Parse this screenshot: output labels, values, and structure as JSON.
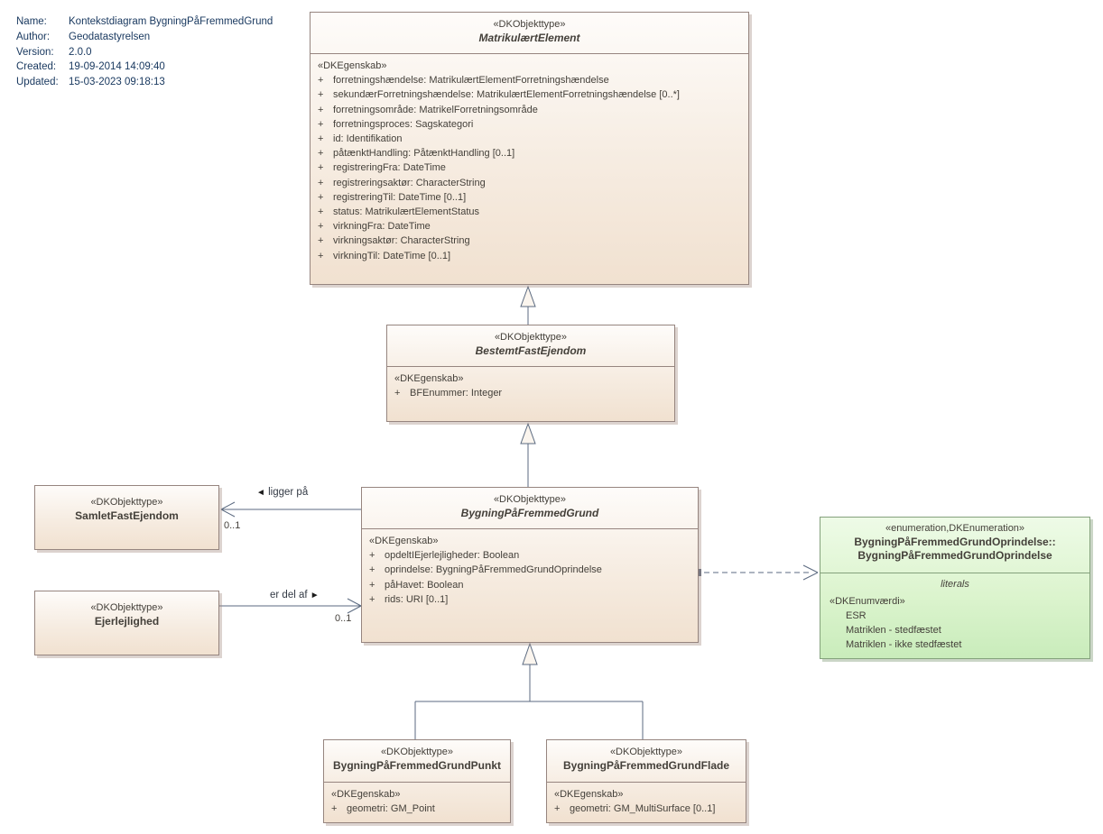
{
  "meta": {
    "rows": [
      {
        "label": "Name:",
        "value": "Kontekstdiagram BygningPåFremmedGrund"
      },
      {
        "label": "Author:",
        "value": "Geodatastyrelsen"
      },
      {
        "label": "Version:",
        "value": "2.0.0"
      },
      {
        "label": "Created:",
        "value": "19-09-2014 14:09:40"
      },
      {
        "label": "Updated:",
        "value": "15-03-2023 09:18:13"
      }
    ]
  },
  "boxes": {
    "matrikulaertElement": {
      "stereotype": "«DKObjekttype»",
      "name": "MatrikulærtElement",
      "attrStereotype": "«DKEgenskab»",
      "attributes": [
        {
          "vis": "+",
          "text": "forretningshændelse: MatrikulærtElementForretningshændelse"
        },
        {
          "vis": "+",
          "text": "sekundærForretningshændelse: MatrikulærtElementForretningshændelse [0..*]"
        },
        {
          "vis": "+",
          "text": "forretningsområde: MatrikelForretningsområde"
        },
        {
          "vis": "+",
          "text": "forretningsproces: Sagskategori"
        },
        {
          "vis": "+",
          "text": "id: Identifikation"
        },
        {
          "vis": "+",
          "text": "påtænktHandling: PåtænktHandling [0..1]"
        },
        {
          "vis": "+",
          "text": "registreringFra: DateTime"
        },
        {
          "vis": "+",
          "text": "registreringsaktør: CharacterString"
        },
        {
          "vis": "+",
          "text": "registreringTil: DateTime [0..1]"
        },
        {
          "vis": "+",
          "text": "status: MatrikulærtElementStatus"
        },
        {
          "vis": "+",
          "text": "virkningFra: DateTime"
        },
        {
          "vis": "+",
          "text": "virkningsaktør: CharacterString"
        },
        {
          "vis": "+",
          "text": "virkningTil: DateTime [0..1]"
        }
      ]
    },
    "bestemtFastEjendom": {
      "stereotype": "«DKObjekttype»",
      "name": "BestemtFastEjendom",
      "attrStereotype": "«DKEgenskab»",
      "attributes": [
        {
          "vis": "+",
          "text": "BFEnummer: Integer"
        }
      ]
    },
    "bygningPaaFremmedGrund": {
      "stereotype": "«DKObjekttype»",
      "name": "BygningPåFremmedGrund",
      "attrStereotype": "«DKEgenskab»",
      "attributes": [
        {
          "vis": "+",
          "text": "opdeltIEjerlejligheder: Boolean"
        },
        {
          "vis": "+",
          "text": "oprindelse: BygningPåFremmedGrundOprindelse"
        },
        {
          "vis": "+",
          "text": "påHavet: Boolean"
        },
        {
          "vis": "+",
          "text": "rids: URI [0..1]"
        }
      ]
    },
    "samletFastEjendom": {
      "stereotype": "«DKObjekttype»",
      "name": "SamletFastEjendom"
    },
    "ejerlejlighed": {
      "stereotype": "«DKObjekttype»",
      "name": "Ejerlejlighed"
    },
    "bygningPaaFremmedGrundPunkt": {
      "stereotype": "«DKObjekttype»",
      "name": "BygningPåFremmedGrundPunkt",
      "attrStereotype": "«DKEgenskab»",
      "attributes": [
        {
          "vis": "+",
          "text": "geometri: GM_Point"
        }
      ]
    },
    "bygningPaaFremmedGrundFlade": {
      "stereotype": "«DKObjekttype»",
      "name": "BygningPåFremmedGrundFlade",
      "attrStereotype": "«DKEgenskab»",
      "attributes": [
        {
          "vis": "+",
          "text": "geometri: GM_MultiSurface [0..1]"
        }
      ]
    }
  },
  "enumeration": {
    "stereotype": "«enumeration,DKEnumeration»",
    "nameLine1": "BygningPåFremmedGrundOprindelse::",
    "nameLine2": "BygningPåFremmedGrundOprindelse",
    "sectionLabel": "literals",
    "valueStereotype": "«DKEnumværdi»",
    "values": [
      "ESR",
      "Matriklen - stedfæstet",
      "Matriklen - ikke stedfæstet"
    ]
  },
  "connectors": {
    "liggerPaa": {
      "glyph": "◄",
      "label": "ligger på",
      "multiplicity": "0..1"
    },
    "erDelAf": {
      "label": "er del af",
      "glyph": "►",
      "multiplicity": "0..1"
    }
  },
  "colors": {
    "connectorLine": "#5B6A80",
    "boxBorder": "#96857F",
    "boxFillBottom": "#F1E1D0",
    "enumBorder": "#84A17C",
    "enumFillBottom": "#C9ECBB",
    "metaText": "#17375E"
  }
}
